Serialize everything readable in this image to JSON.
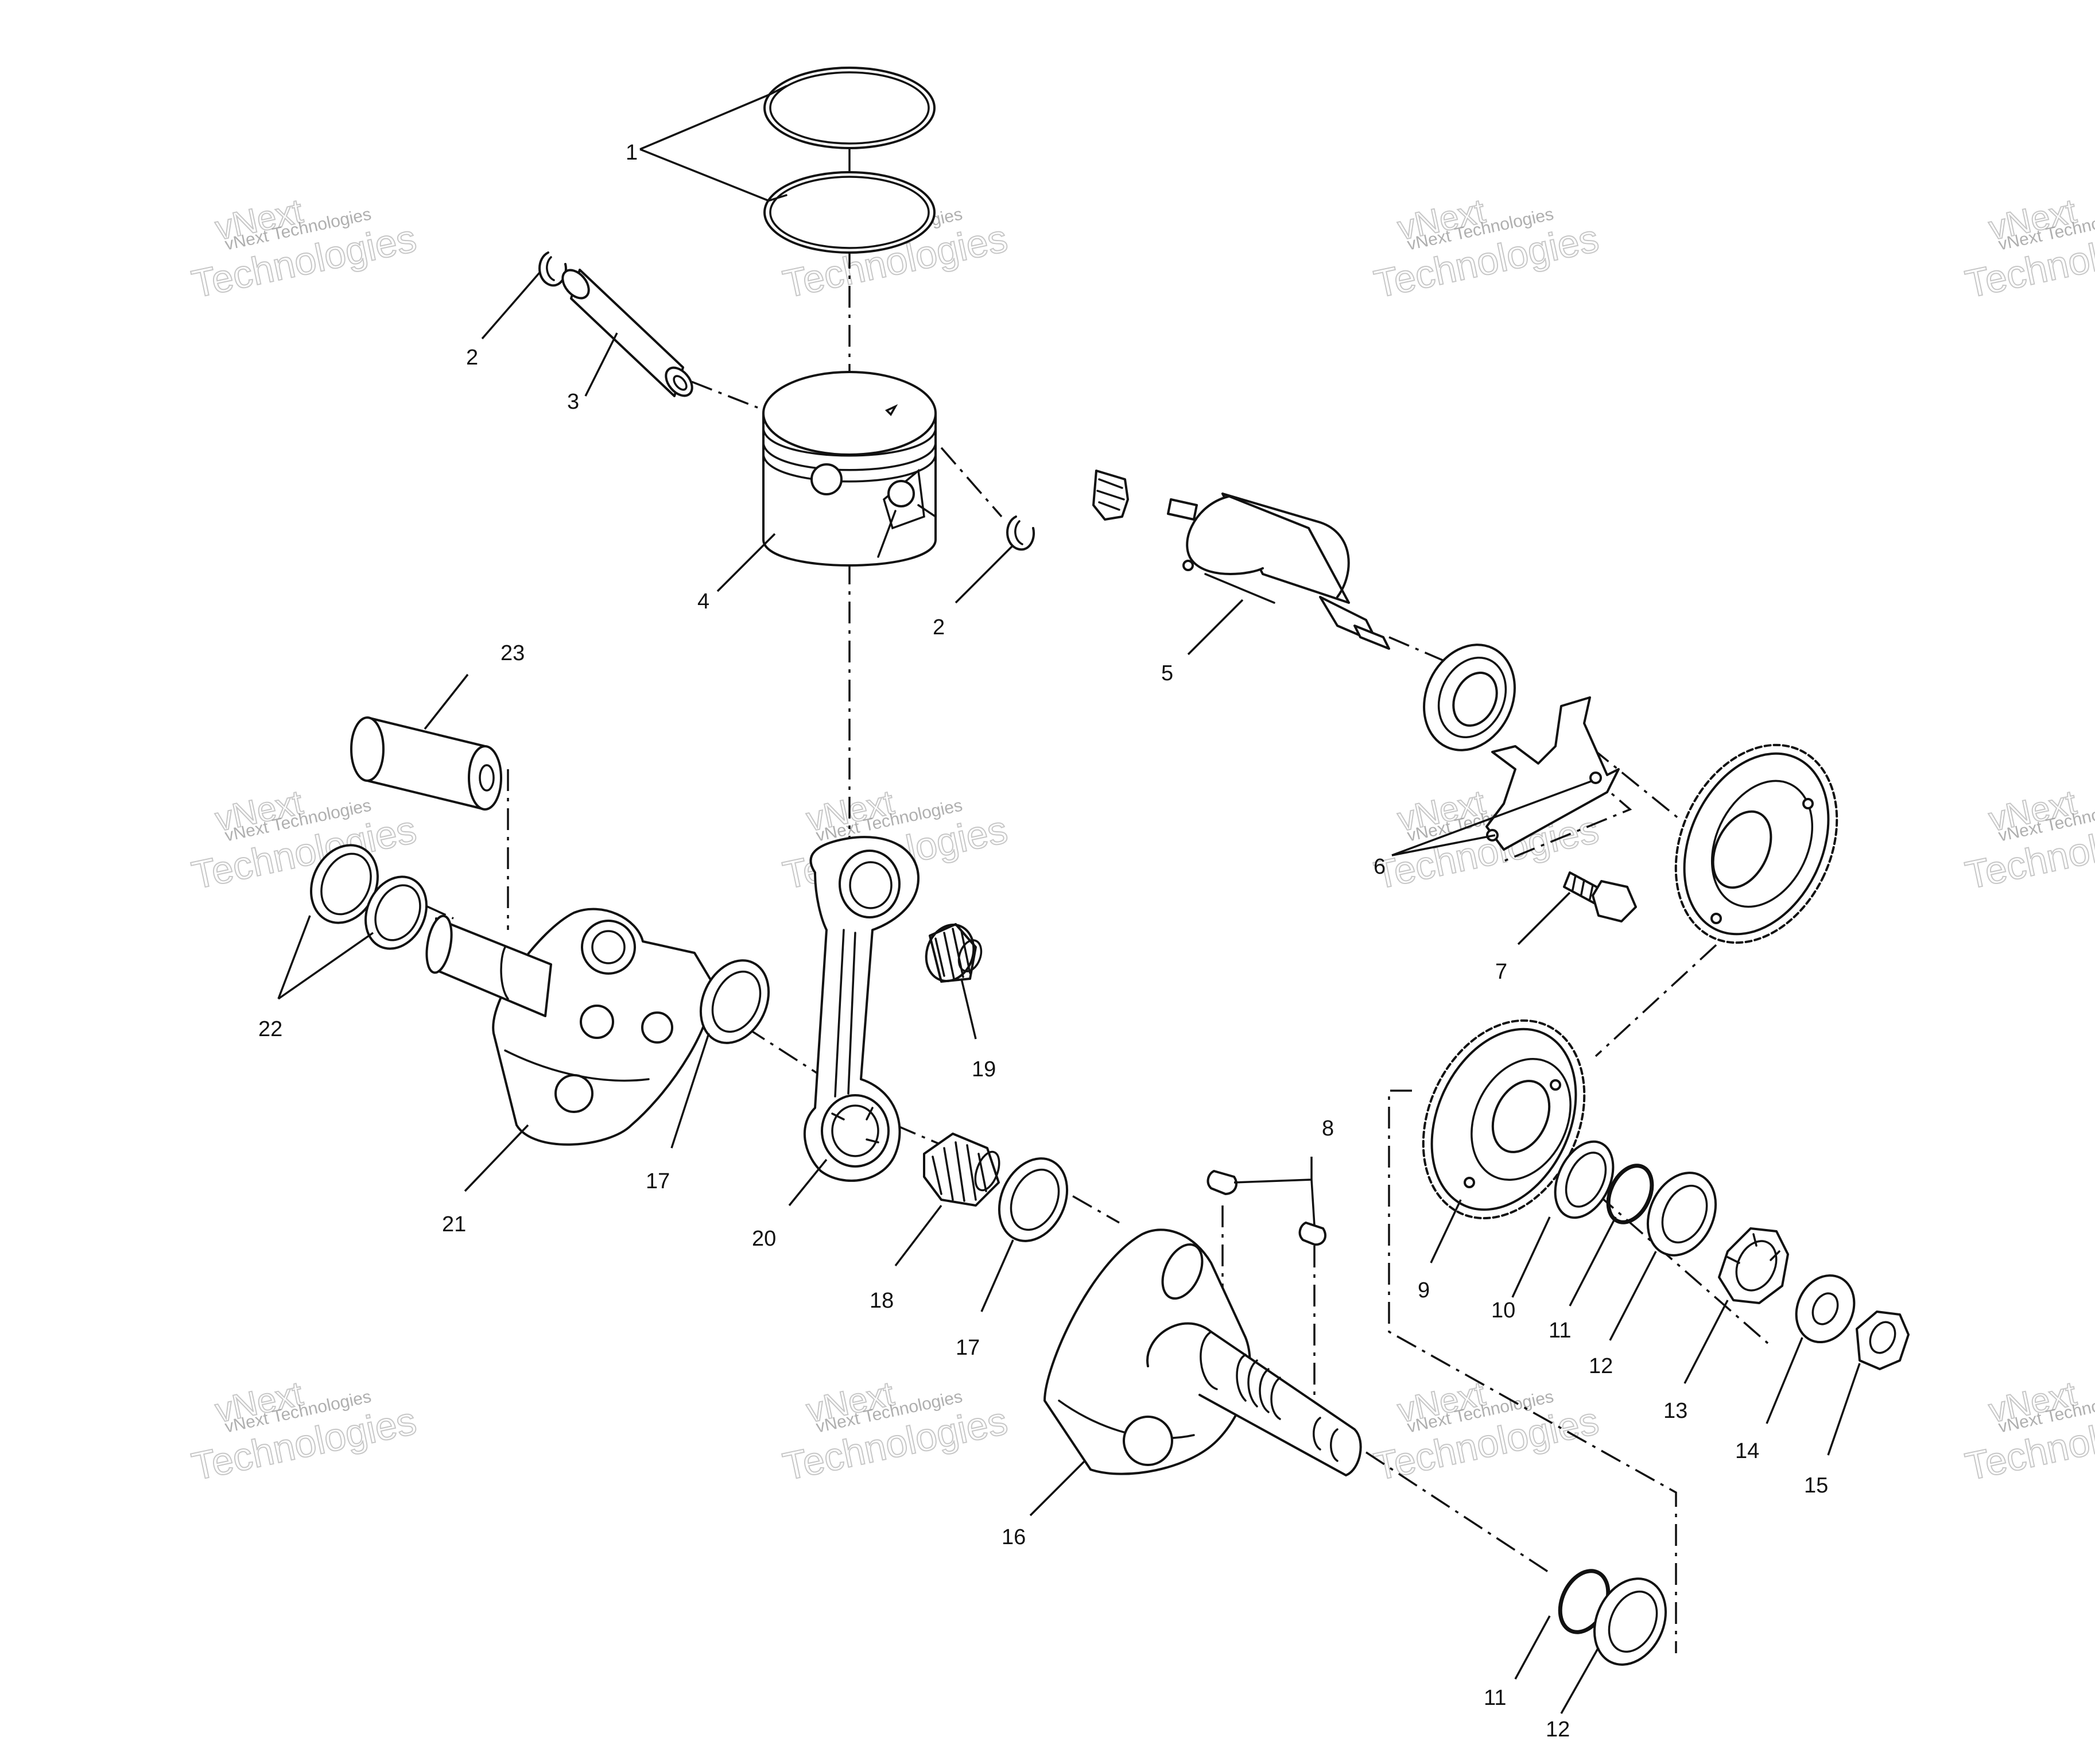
{
  "callouts": [
    {
      "id": "c1",
      "label": "1"
    },
    {
      "id": "c2a",
      "label": "2"
    },
    {
      "id": "c2b",
      "label": "2"
    },
    {
      "id": "c3",
      "label": "3"
    },
    {
      "id": "c4",
      "label": "4"
    },
    {
      "id": "c5",
      "label": "5"
    },
    {
      "id": "c6",
      "label": "6"
    },
    {
      "id": "c7",
      "label": "7"
    },
    {
      "id": "c8",
      "label": "8"
    },
    {
      "id": "c9",
      "label": "9"
    },
    {
      "id": "c10",
      "label": "10"
    },
    {
      "id": "c11a",
      "label": "11"
    },
    {
      "id": "c11b",
      "label": "11"
    },
    {
      "id": "c12a",
      "label": "12"
    },
    {
      "id": "c12b",
      "label": "12"
    },
    {
      "id": "c13",
      "label": "13"
    },
    {
      "id": "c14",
      "label": "14"
    },
    {
      "id": "c15",
      "label": "15"
    },
    {
      "id": "c16",
      "label": "16"
    },
    {
      "id": "c17a",
      "label": "17"
    },
    {
      "id": "c17b",
      "label": "17"
    },
    {
      "id": "c18",
      "label": "18"
    },
    {
      "id": "c19",
      "label": "19"
    },
    {
      "id": "c20",
      "label": "20"
    },
    {
      "id": "c21",
      "label": "21"
    },
    {
      "id": "c22",
      "label": "22"
    },
    {
      "id": "c23",
      "label": "23"
    }
  ],
  "watermark": {
    "line1": "vNext",
    "line2": "vNext Technologies",
    "line3": "Technologies"
  }
}
